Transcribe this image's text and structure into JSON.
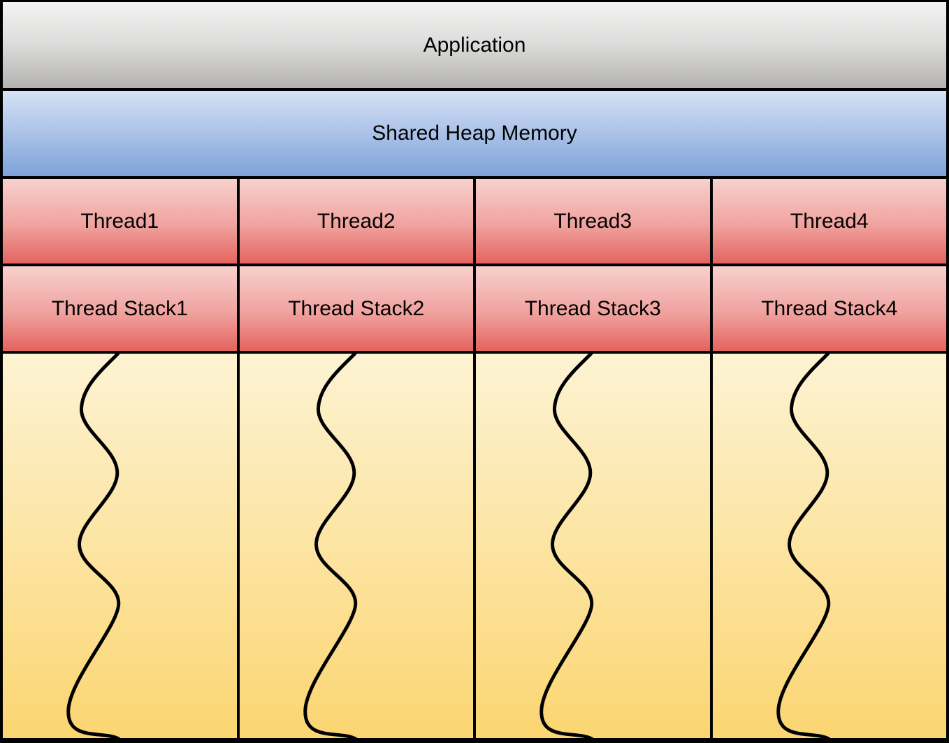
{
  "layers": {
    "application": {
      "label": "Application"
    },
    "heap": {
      "label": "Shared Heap Memory"
    }
  },
  "threads": [
    {
      "name": "Thread1",
      "stack": "Thread Stack1"
    },
    {
      "name": "Thread2",
      "stack": "Thread Stack2"
    },
    {
      "name": "Thread3",
      "stack": "Thread Stack3"
    },
    {
      "name": "Thread4",
      "stack": "Thread Stack4"
    }
  ],
  "icons": {
    "thread_execution_squiggle": "vertical-wavy-line"
  },
  "colors": {
    "border": "#000000",
    "application_top": "#f3f3f2",
    "application_bottom": "#b4b3b2",
    "heap_top": "#d6e2f6",
    "heap_bottom": "#7ea2d9",
    "thread_top": "#f7d1ce",
    "thread_bottom": "#e4635f",
    "stack_area_top": "#fdf3d3",
    "stack_area_bottom": "#fbd571",
    "squiggle": "#000000",
    "text": "#000000"
  }
}
